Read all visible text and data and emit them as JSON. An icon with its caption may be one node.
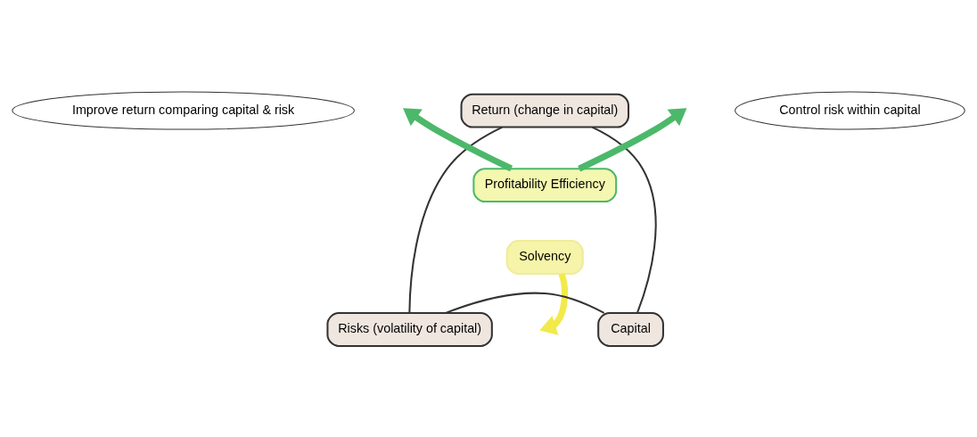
{
  "diagram": {
    "nodes": [
      {
        "text": [
          "Return (change in capital)"
        ]
      },
      {
        "text": [
          "Improve return comparing capital & risk"
        ]
      },
      {
        "text": [
          "Control risk within capital"
        ]
      },
      {
        "text": [
          "Profitability Efficiency"
        ]
      },
      {
        "text": [
          "Solvency"
        ]
      },
      {
        "text": [
          "Risks (volatility of capital)"
        ]
      },
      {
        "text": [
          "Capital"
        ]
      }
    ],
    "edges": [
      {
        "from": 0,
        "to": 5,
        "arrow": "none"
      },
      {
        "from": 0,
        "to": 6,
        "arrow": "none"
      },
      {
        "from": 5,
        "to": 6,
        "arrow": "none"
      },
      {
        "from": 3,
        "to": null,
        "arrow": "to",
        "style": "thick",
        "color": "#4cb86a"
      },
      {
        "from": 3,
        "to": null,
        "arrow": "to",
        "style": "thick",
        "color": "#4cb86a"
      },
      {
        "from": 4,
        "to": null,
        "arrow": "to",
        "style": "thick",
        "color": "#f2ea4a"
      }
    ]
  }
}
